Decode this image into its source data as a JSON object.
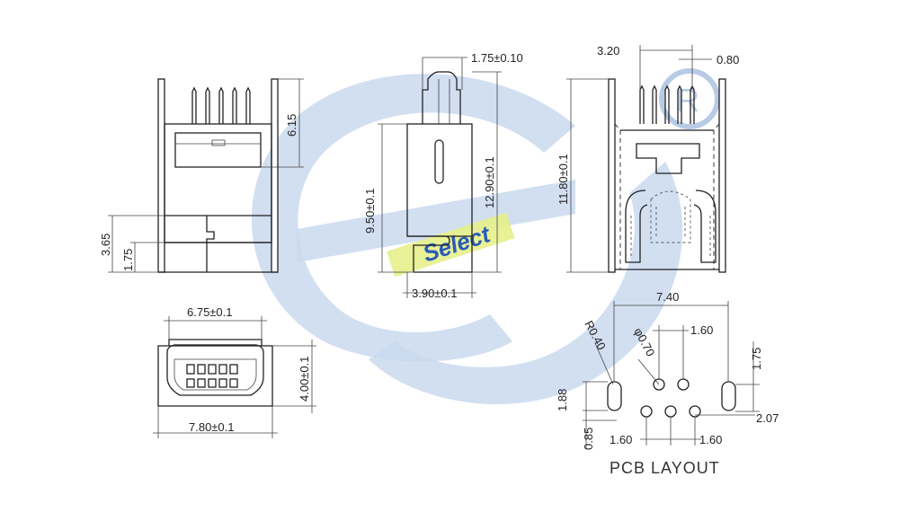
{
  "watermark": {
    "text": "Select",
    "colors": {
      "swirl": "#c9d9ee",
      "label_bg": "#e6f08a",
      "text": "#2a5cb8"
    }
  },
  "registered_mark": "R",
  "left_view": {
    "dim_top_height": "6.15",
    "dim_mid_height": "3.65",
    "dim_low_height": "1.75"
  },
  "side_view": {
    "dim_tab_width": "1.75±0.10",
    "dim_body_height": "9.50±0.1",
    "dim_total_height": "12.90±0.1",
    "dim_base_width": "3.90±0.1"
  },
  "right_view": {
    "dim_pin_span": "3.20",
    "dim_pin_pitch": "0.80",
    "dim_total_height": "11.80±0.1"
  },
  "front_view": {
    "dim_opening_width": "6.75±0.1",
    "dim_body_width": "7.80±0.1",
    "dim_height": "4.00±0.1"
  },
  "pcb_layout": {
    "title": "PCB LAYOUT",
    "dim_overall_width": "7.40",
    "dim_pitch_top": "1.60",
    "dim_mount_height": "1.75",
    "dim_slot_radius": "R0.40",
    "dim_hole_dia": "φ0.70",
    "dim_slot_length": "1.88",
    "dim_slot_offset": "0.85",
    "dim_pitch_bottom_left": "1.60",
    "dim_pitch_bottom_right": "1.60",
    "dim_row_offset": "2.07"
  }
}
